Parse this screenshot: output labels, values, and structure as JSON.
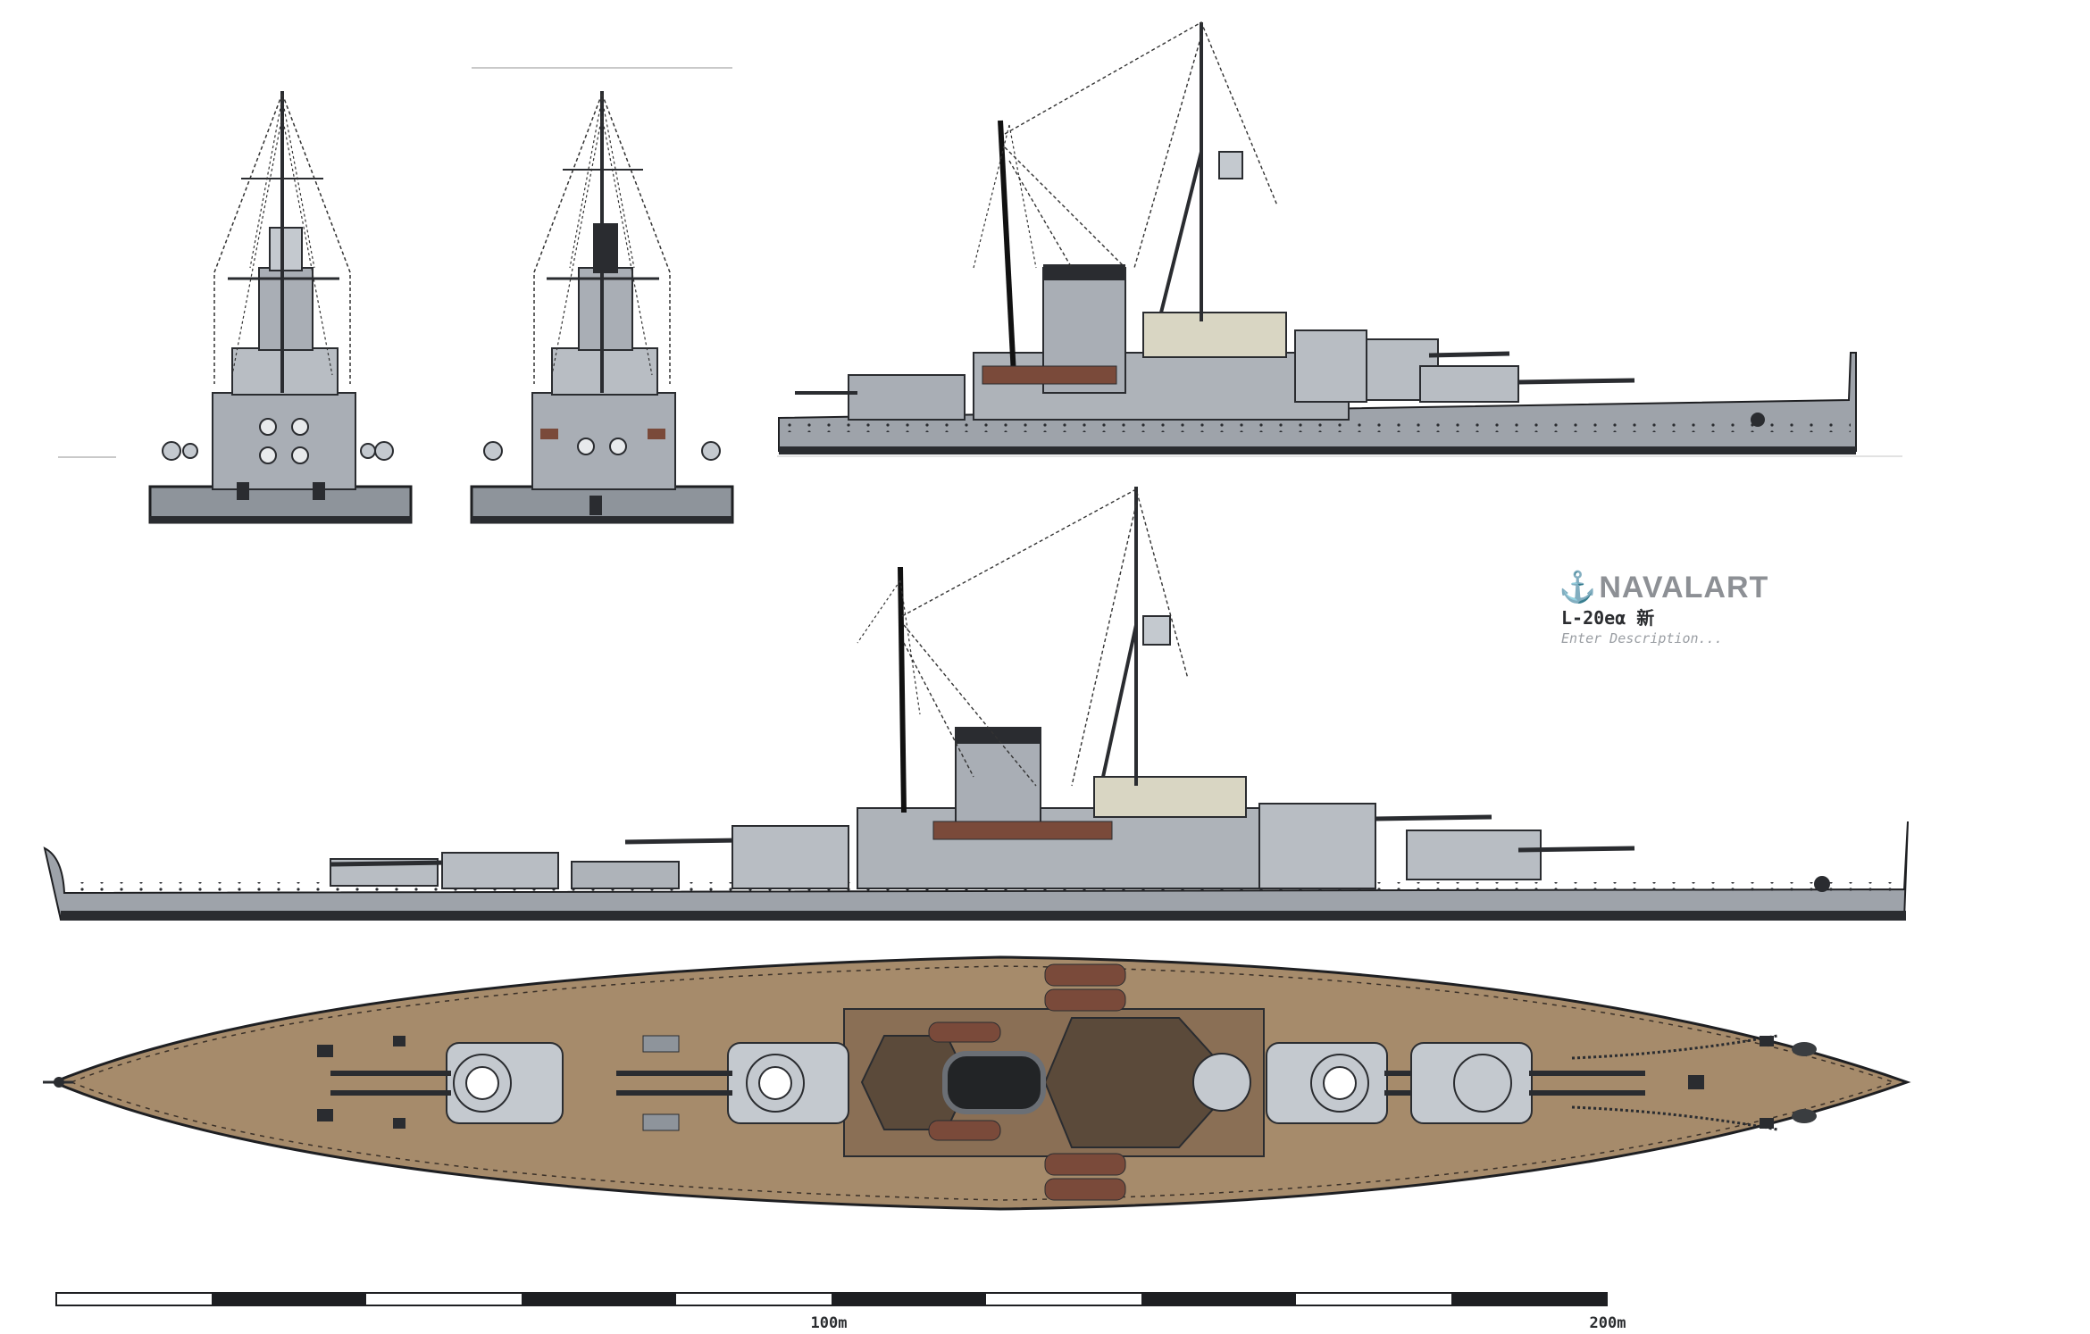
{
  "watermark": {
    "brand": "NAVALART",
    "anchor_icon": "anchor-icon"
  },
  "design": {
    "name": "L-20eα 新",
    "description": "Enter Description..."
  },
  "scale": {
    "labels": [
      "100m",
      "200m"
    ],
    "segments": 10
  },
  "colors": {
    "hull_gray": "#9ea3aa",
    "hull_dark": "#6f757c",
    "deck_tan": "#a68b6b",
    "boat_brown": "#7a4a3a",
    "outline": "#1e1f22",
    "turret_light": "#c4c9cf"
  }
}
